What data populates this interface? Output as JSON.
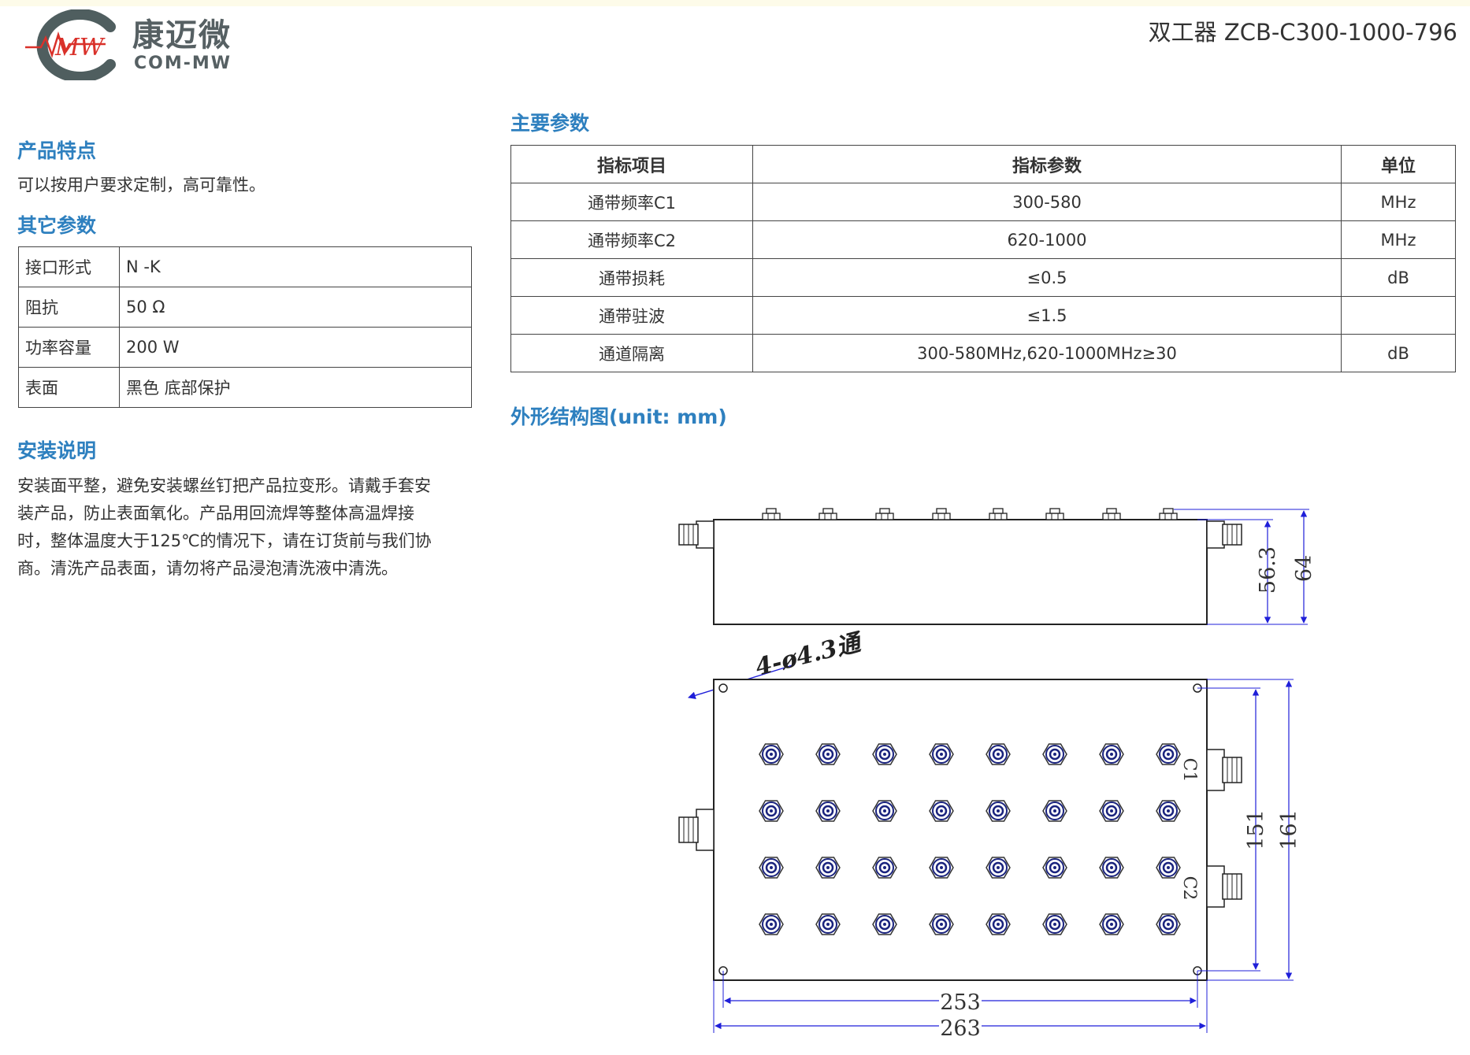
{
  "brand": {
    "name_cn": "康迈微",
    "name_en": "COM-MW",
    "mark": "MW",
    "colors": {
      "ring": "#4f5e5f",
      "wave": "#d9312a",
      "text": "#566063"
    }
  },
  "document": {
    "title": "双工器 ZCB-C300-1000-796"
  },
  "sections": {
    "features": {
      "title": "产品特点",
      "text": "可以按用户要求定制，高可靠性。"
    },
    "other_params": {
      "title": "其它参数",
      "rows": [
        {
          "label": "接口形式",
          "value": "N -K"
        },
        {
          "label": "阻抗",
          "value": "50 Ω"
        },
        {
          "label": "功率容量",
          "value": "200 W"
        },
        {
          "label": "表面",
          "value": "黑色 底部保护"
        }
      ]
    },
    "install": {
      "title": "安装说明",
      "lines": [
        "安装面平整，避免安装螺丝钉把产品拉变形。请戴手套安",
        "装产品，防止表面氧化。产品用回流焊等整体高温焊接",
        "时，整体温度大于125℃的情况下，请在订货前与我们协",
        "商。清洗产品表面，请勿将产品浸泡清洗液中清洗。"
      ]
    },
    "main_params": {
      "title": "主要参数",
      "headers": [
        "指标项目",
        "指标参数",
        "单位"
      ],
      "rows": [
        {
          "item": "通带频率C1",
          "value": "300-580",
          "unit": "MHz"
        },
        {
          "item": "通带频率C2",
          "value": "620-1000",
          "unit": "MHz"
        },
        {
          "item": "通带损耗",
          "value": "≤0.5",
          "unit": "dB"
        },
        {
          "item": "通带驻波",
          "value": "≤1.5",
          "unit": ""
        },
        {
          "item": "通道隔离",
          "value": "300-580MHz,620-1000MHz≥30",
          "unit": "dB"
        }
      ]
    },
    "drawing": {
      "title": "外形结构图(unit: mm)",
      "hole_note": "4-ø4.3通",
      "dim_height_inner": "56.3",
      "dim_height_outer": "64",
      "dim_width_inner": "253",
      "dim_width_outer": "263",
      "dim_depth_inner": "151",
      "dim_depth_outer": "161",
      "port_c1": "C1",
      "port_c2": "C2",
      "colors": {
        "dimension": "#1f1fd9",
        "outline": "#222222",
        "screw": "#1a237e"
      }
    }
  }
}
